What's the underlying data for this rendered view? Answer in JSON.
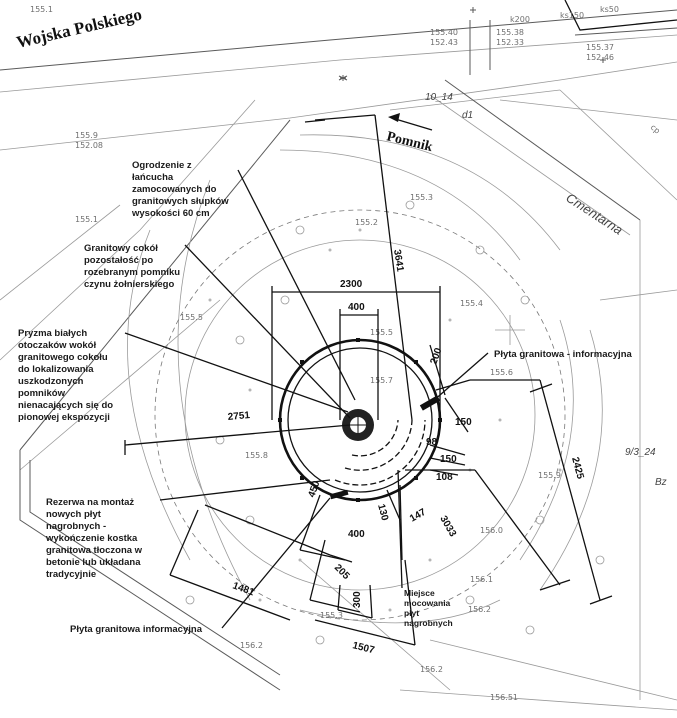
{
  "streets": {
    "north": "Wojska Polskiego",
    "east": "Cmentarna"
  },
  "pointer_label": "Pomnik",
  "annotations": [
    {
      "id": "fence",
      "lines": [
        "Ogrodzenie z",
        "łańcucha",
        "zamocowanych do",
        "granitowych słupków",
        "wysokości 60 cm"
      ]
    },
    {
      "id": "plinth",
      "lines": [
        "Granitowy cokół",
        "pozostałość po",
        "rozebranym pomniku",
        "czynu żołnierskiego"
      ]
    },
    {
      "id": "prism",
      "lines": [
        "Pryzma białych",
        "otoczaków wokół",
        "granitowego cokołu",
        "do lokalizowania",
        "uszkodzonych",
        "pomników",
        "nienacających się do",
        "pionowej ekspozycji"
      ]
    },
    {
      "id": "reserve",
      "lines": [
        "Rezerwa na montaż",
        "nowych płyt",
        "nagrobnych -",
        "wykończenie kostka",
        "granitowa tłoczona w",
        "betonie lub układana",
        "tradycyjnie"
      ]
    },
    {
      "id": "plate-bottom",
      "lines": [
        "Płyta granitowa informacyjna"
      ]
    },
    {
      "id": "plate-right",
      "lines": [
        "Płyta granitowa - informacyjna"
      ]
    },
    {
      "id": "mounting",
      "lines": [
        "Miejsce",
        "mocowania",
        "płyt",
        "nagrobnych"
      ]
    }
  ],
  "dimensions": {
    "d2300": "2300",
    "d400": "400",
    "d3641": "3641",
    "d2751": "2751",
    "d200": "200",
    "d150": "150",
    "d98": "98",
    "d150b": "150",
    "d108": "108",
    "d2425": "2425",
    "d3033": "3033",
    "d147": "147",
    "d130": "130",
    "d450": "450",
    "d400b": "400",
    "d1481": "1481",
    "d205": "205",
    "d300": "300",
    "d1507": "1507"
  },
  "parcels": {
    "p1": "10_14",
    "p2": "9/3_24",
    "p3": "Bz",
    "p4": "k200",
    "p5": "ks150",
    "p6": "ks50",
    "p7": "d1",
    "p8": "cp"
  },
  "elevations": [
    "155.1",
    "155.40",
    "152.43",
    "155.38",
    "152.33",
    "155.37",
    "152.46",
    "155.9",
    "152.08",
    "155.1",
    "155.2",
    "155.3",
    "155.4",
    "155.5",
    "155.7",
    "155.6",
    "155.8",
    "155.9",
    "156.0",
    "156.1",
    "156.2",
    "155.3",
    "156.2",
    "156.2",
    "155.5",
    "156.51"
  ],
  "colors": {
    "ink": "#111111",
    "map": "#9a9a9a",
    "paper": "#ffffff"
  }
}
